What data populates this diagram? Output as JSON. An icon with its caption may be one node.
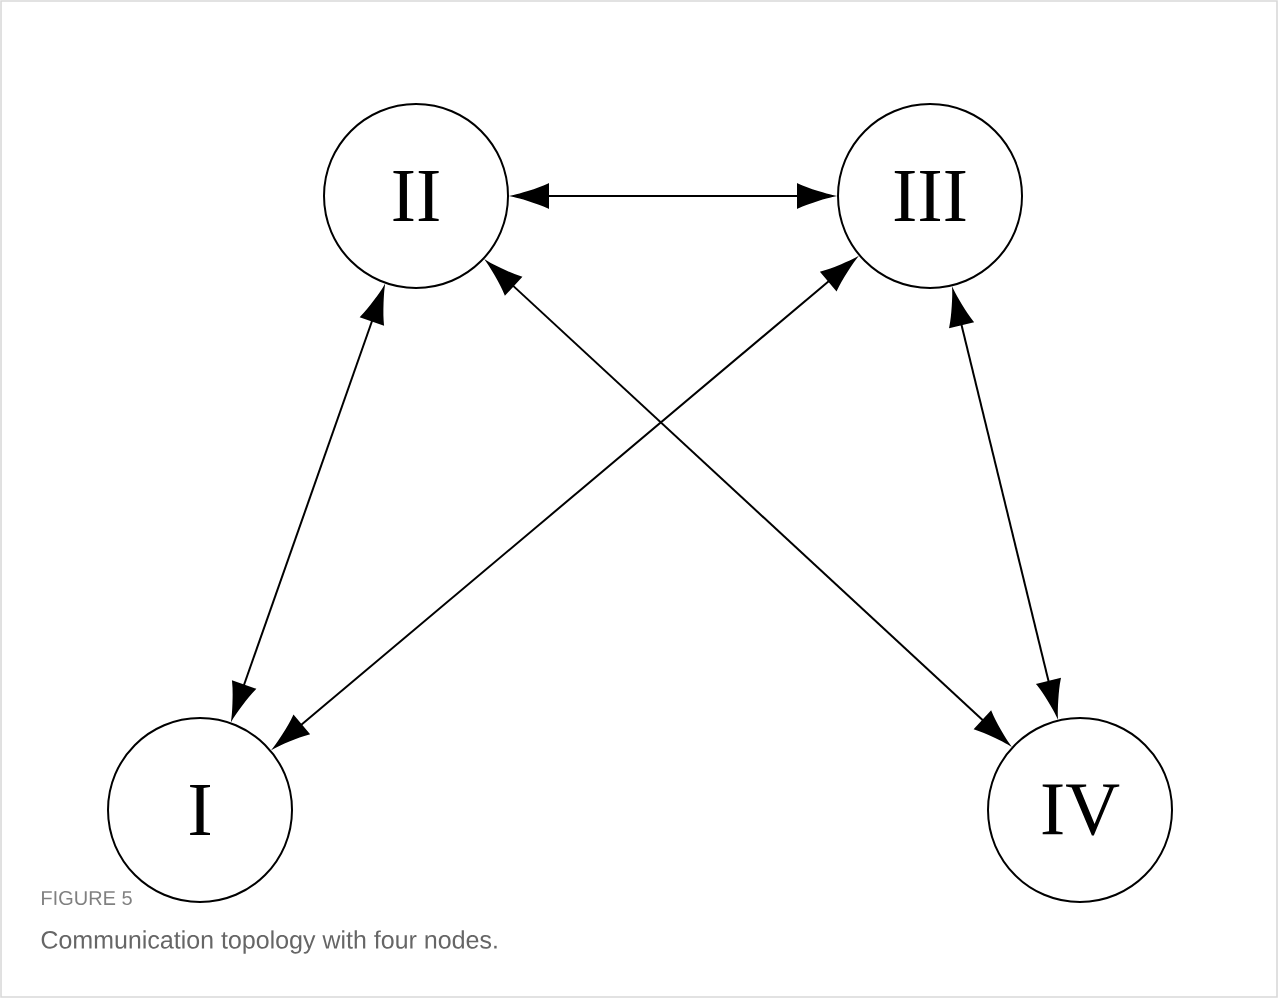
{
  "diagram": {
    "caption": "Communication topology with four nodes.",
    "nodes": [
      {
        "text": [
          "II"
        ]
      },
      {
        "text": [
          "III"
        ]
      },
      {
        "text": [
          "I"
        ]
      },
      {
        "text": [
          "IV"
        ]
      }
    ],
    "edges": [
      {
        "from": 0,
        "to": 1,
        "arrow": "both"
      },
      {
        "from": 0,
        "to": 2,
        "arrow": "both"
      },
      {
        "from": 1,
        "to": 2,
        "arrow": "both"
      },
      {
        "from": 0,
        "to": 3,
        "arrow": "both"
      },
      {
        "from": 1,
        "to": 3,
        "arrow": "both"
      }
    ],
    "labels": [
      "FIGURE 5"
    ]
  }
}
